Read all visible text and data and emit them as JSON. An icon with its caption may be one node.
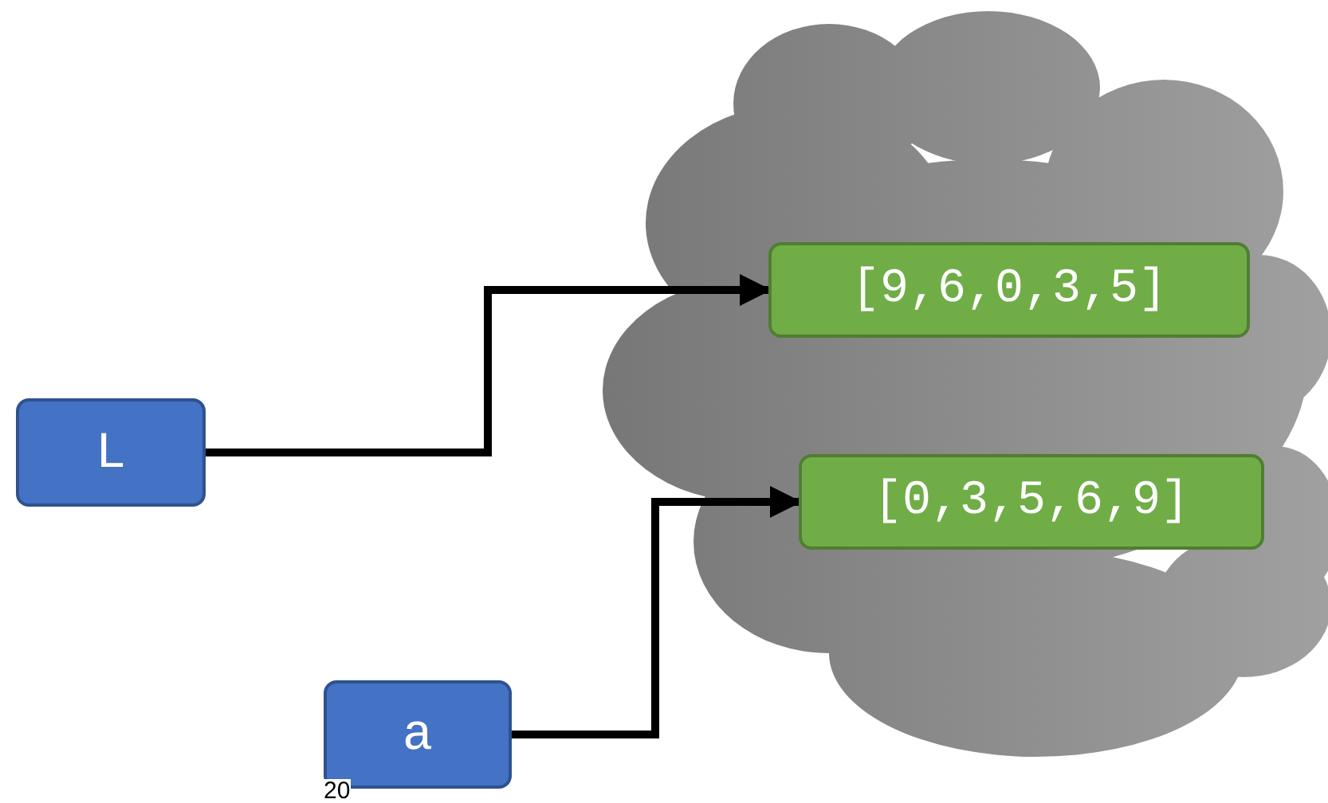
{
  "diagram": {
    "nodes": [
      {
        "text": [],
        "shape": "cloud"
      },
      {
        "text": [
          "[9,6,0,3,5]"
        ],
        "in": 0
      },
      {
        "text": [
          "[0,3,5,6,9]"
        ],
        "in": 0
      },
      {
        "text": [
          "L"
        ]
      },
      {
        "text": [
          "a"
        ]
      }
    ],
    "edges": [
      {
        "from": 3,
        "to": 1,
        "arrow": "to"
      },
      {
        "from": 4,
        "to": 2,
        "arrow": "to"
      }
    ],
    "labels": [
      "20"
    ]
  }
}
